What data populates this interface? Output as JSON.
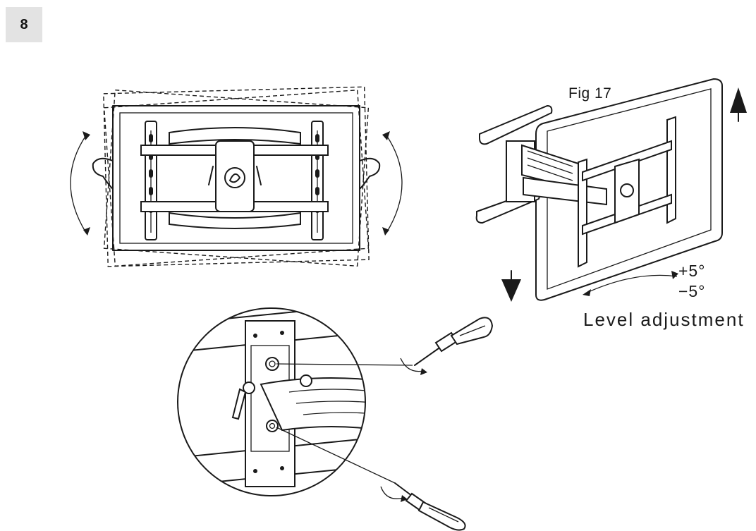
{
  "page": {
    "number": "8"
  },
  "figure": {
    "label": "Fig 17",
    "tilt_plus": "+5°",
    "tilt_minus": "−5°",
    "caption": "Level adjustment"
  }
}
